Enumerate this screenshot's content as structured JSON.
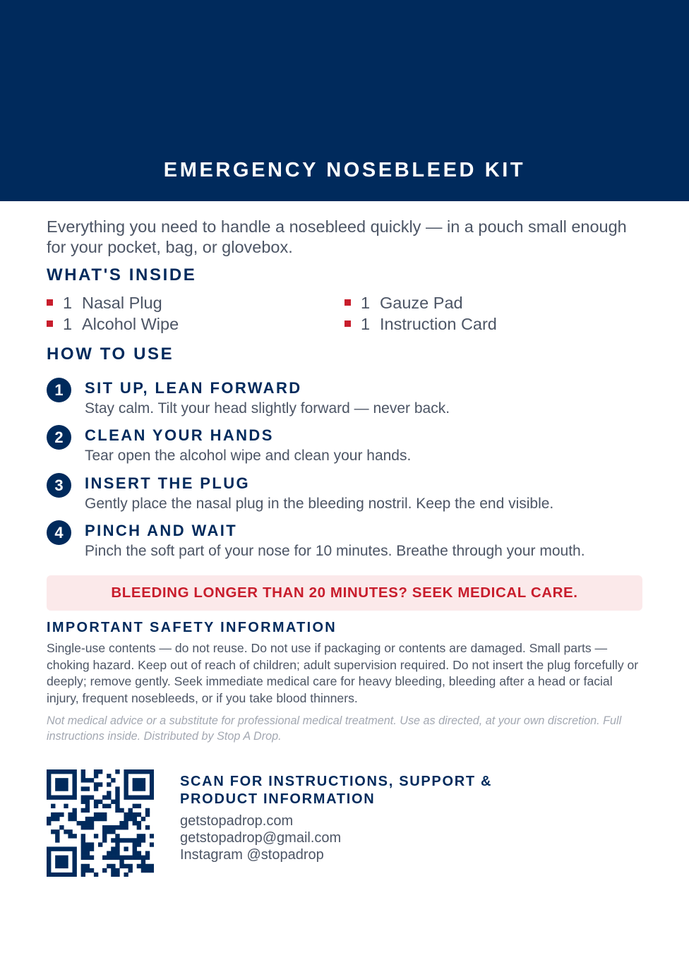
{
  "header": {
    "title": "EMERGENCY NOSEBLEED KIT",
    "background_color": "#002a5c"
  },
  "intro": "Everything you need to handle a nosebleed quickly — in a pouch small enough for your pocket, bag, or glovebox.",
  "whats_inside": {
    "heading": "WHAT'S INSIDE",
    "items": [
      {
        "qty": "1",
        "name": "Nasal Plug"
      },
      {
        "qty": "1",
        "name": "Gauze Pad"
      },
      {
        "qty": "1",
        "name": "Alcohol Wipe"
      },
      {
        "qty": "1",
        "name": "Instruction Card"
      }
    ],
    "bullet_color": "#c81d2c"
  },
  "how_to_use": {
    "heading": "HOW TO USE",
    "steps": [
      {
        "number": "1",
        "title": "SIT UP, LEAN FORWARD",
        "description": "Stay calm. Tilt your head slightly forward — never back."
      },
      {
        "number": "2",
        "title": "CLEAN YOUR HANDS",
        "description": "Tear open the alcohol wipe and clean your hands."
      },
      {
        "number": "3",
        "title": "INSERT THE PLUG",
        "description": "Gently place the nasal plug in the bleeding nostril. Keep the end visible."
      },
      {
        "number": "4",
        "title": "PINCH AND WAIT",
        "description": "Pinch the soft part of your nose for 10 minutes. Breathe through your mouth."
      }
    ]
  },
  "warning": {
    "text": "BLEEDING LONGER THAN 20 MINUTES? SEEK MEDICAL CARE.",
    "text_color": "#c81d2c",
    "background_color": "#fbe9ea"
  },
  "safety": {
    "heading": "IMPORTANT SAFETY INFORMATION",
    "body": "Single-use contents — do not reuse. Do not use if packaging or contents are damaged. Small parts — choking hazard. Keep out of reach of children; adult supervision required. Do not insert the plug forcefully or deeply; remove gently. Seek immediate medical care for heavy bleeding, bleeding after a head or facial injury, frequent nosebleeds, or if you take blood thinners."
  },
  "disclaimer": "Not medical advice or a substitute for professional medical treatment. Use as directed, at your own discretion. Full instructions inside. Distributed by Stop A Drop.",
  "footer": {
    "qr_icon": "qr-code-icon",
    "heading": "SCAN FOR INSTRUCTIONS, SUPPORT & PRODUCT INFORMATION",
    "website": "getstopadrop.com",
    "email": "getstopadrop@gmail.com",
    "instagram": "Instagram @stopadrop"
  }
}
